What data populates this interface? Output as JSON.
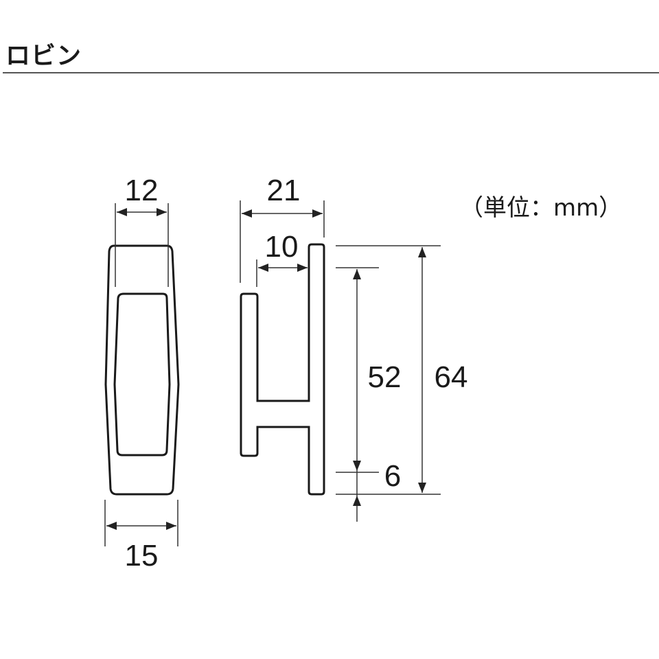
{
  "header": {
    "title": "ロビン"
  },
  "unit_note": "（単位：mm）",
  "front_view": {
    "top_width_label": "12",
    "bottom_width_label": "15"
  },
  "side_view": {
    "total_depth_label": "21",
    "inner_gap_label": "10",
    "grip_length_label": "52",
    "total_height_label": "64",
    "bottom_offset_label": "6"
  },
  "colors": {
    "line": "#1a1a1a",
    "dimension": "#333333",
    "rule": "#555555"
  }
}
